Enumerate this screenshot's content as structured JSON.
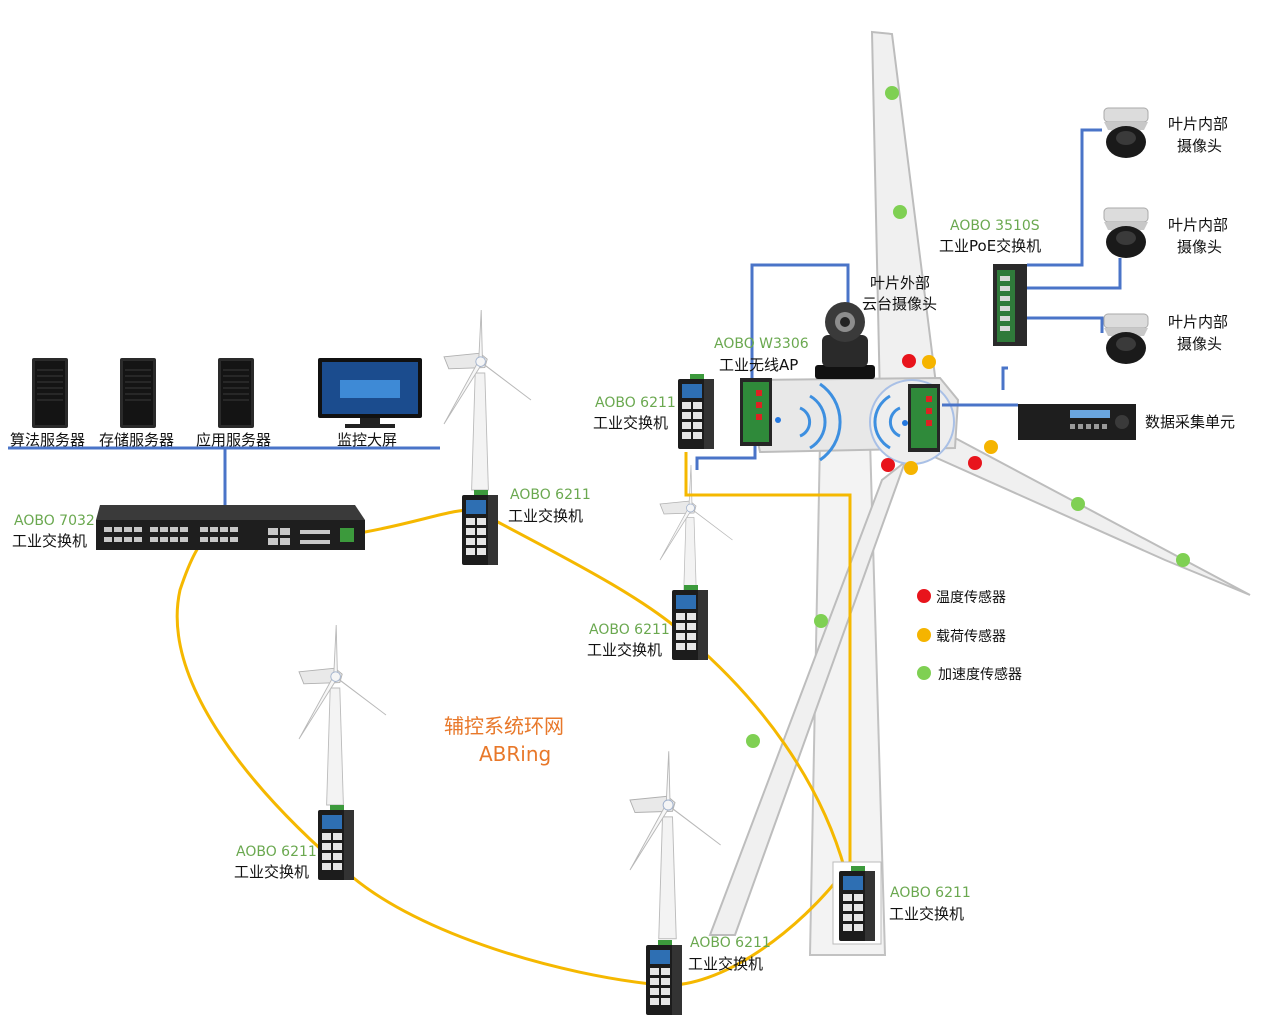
{
  "colors": {
    "model_green": "#6aa84f",
    "ring_orange": "#e8782a",
    "ring_line": "#f5b800",
    "lan_blue": "#4a74c8",
    "sensor_temp": "#e8141c",
    "sensor_load": "#f5b400",
    "sensor_accel": "#7fd053"
  },
  "servers": [
    {
      "label": "算法服务器"
    },
    {
      "label": "存储服务器"
    },
    {
      "label": "应用服务器"
    },
    {
      "label": "监控大屏"
    }
  ],
  "core_switch": {
    "model": "AOBO 7032",
    "desc": "工业交换机"
  },
  "ring": {
    "title_cn": "辅控系统环网",
    "title_en": "ABRing"
  },
  "ring_switches": [
    {
      "model": "AOBO 6211",
      "desc": "工业交换机"
    },
    {
      "model": "AOBO 6211",
      "desc": "工业交换机"
    },
    {
      "model": "AOBO 6211",
      "desc": "工业交换机"
    },
    {
      "model": "AOBO 6211",
      "desc": "工业交换机"
    },
    {
      "model": "AOBO 6211",
      "desc": "工业交换机"
    }
  ],
  "nacelle_switch": {
    "model": "AOBO 6211",
    "desc": "工业交换机"
  },
  "wireless_ap": {
    "model": "AOBO W3306",
    "desc": "工业无线AP"
  },
  "poe_switch": {
    "model": "AOBO 3510S",
    "desc": "工业PoE交换机"
  },
  "ptz_camera": {
    "line1": "叶片外部",
    "line2": "云台摄像头"
  },
  "blade_cameras": [
    {
      "line1": "叶片内部",
      "line2": "摄像头"
    },
    {
      "line1": "叶片内部",
      "line2": "摄像头"
    },
    {
      "line1": "叶片内部",
      "line2": "摄像头"
    }
  ],
  "daq": {
    "label": "数据采集单元"
  },
  "legend": [
    {
      "label": "温度传感器",
      "color": "#e8141c"
    },
    {
      "label": "载荷传感器",
      "color": "#f5b400"
    },
    {
      "label": "加速度传感器",
      "color": "#7fd053"
    }
  ]
}
